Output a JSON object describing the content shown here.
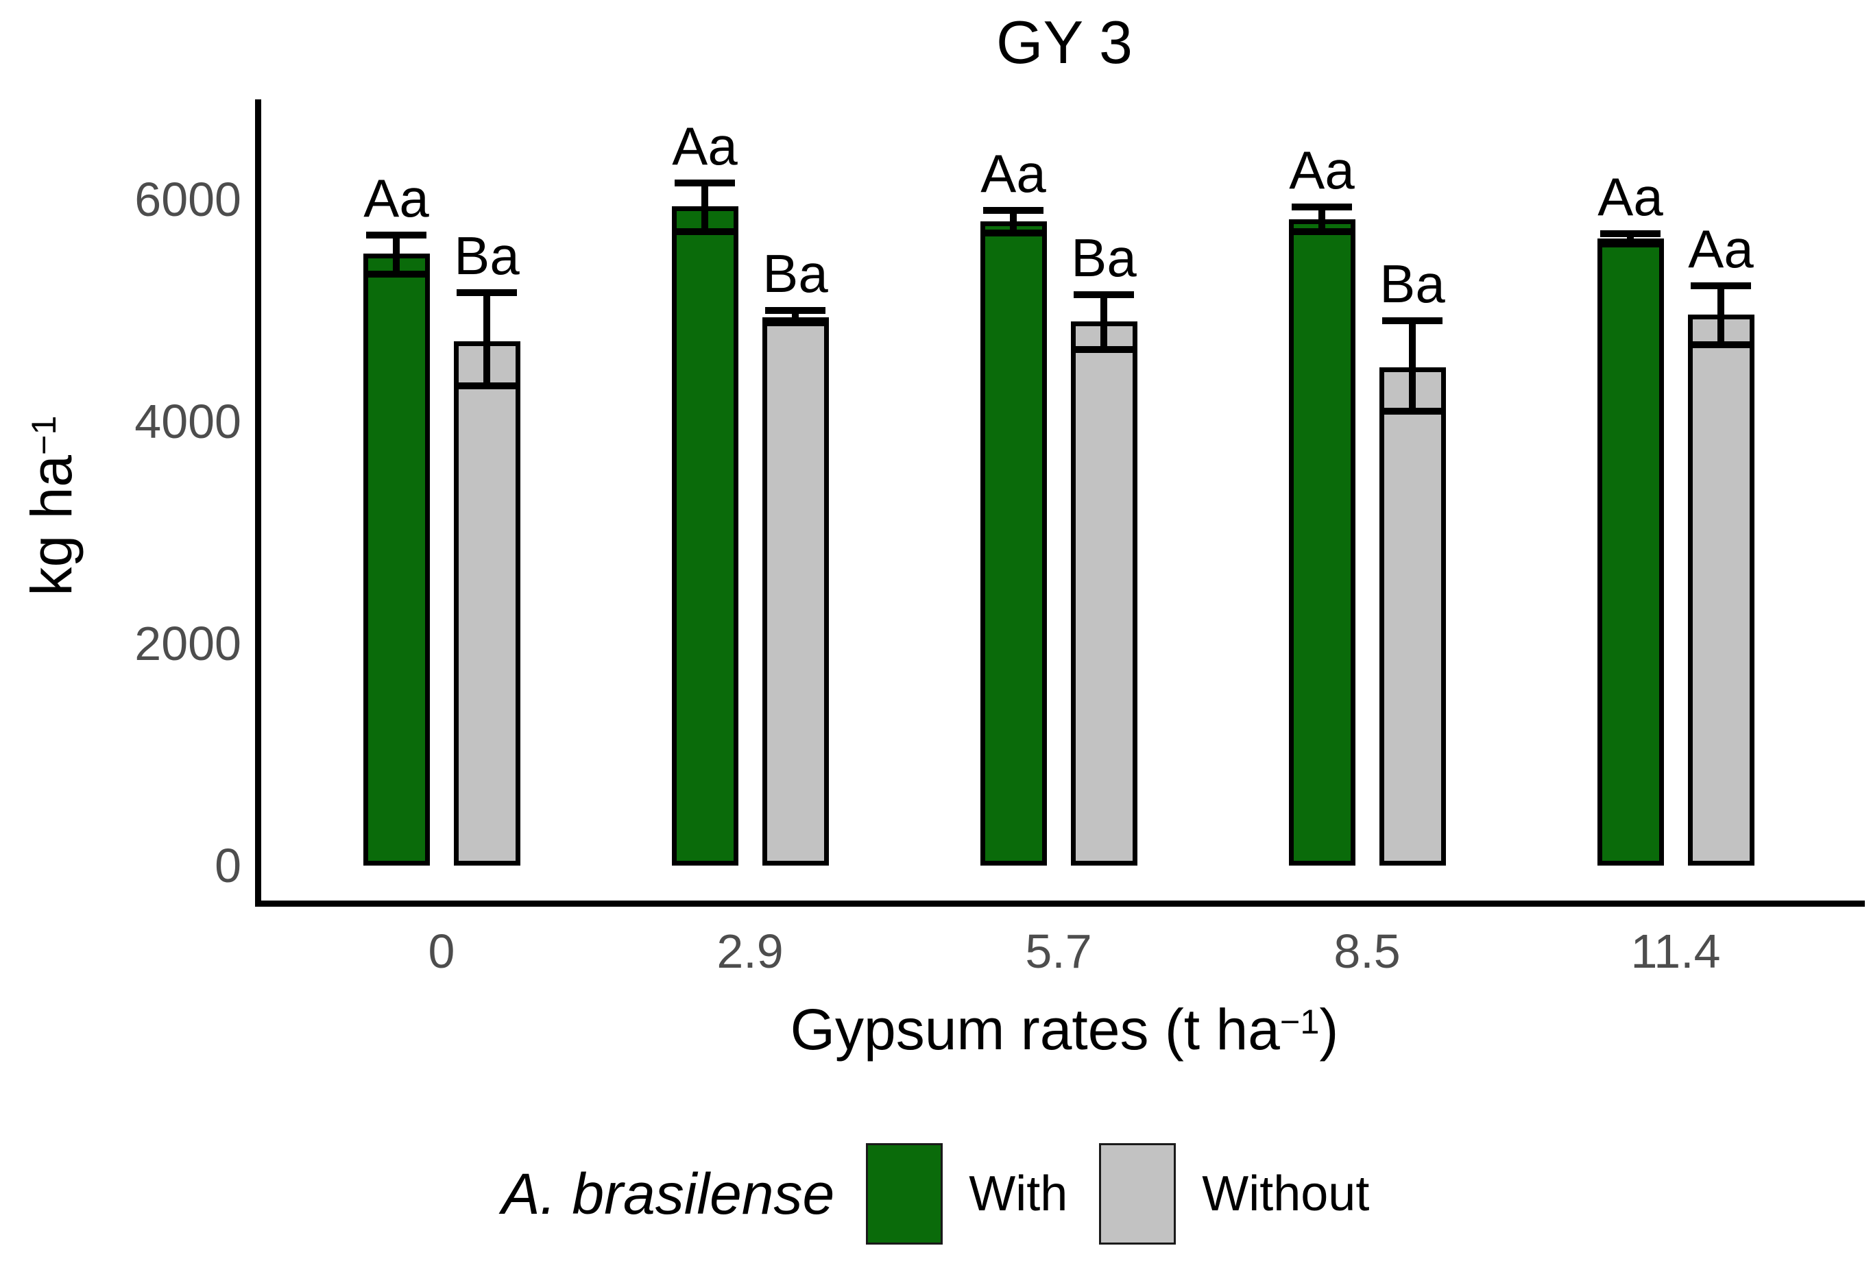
{
  "title": "GY 3",
  "y_axis": {
    "label_base": "kg ha",
    "label_sup": "−1",
    "tick_color": "#4d4d4d"
  },
  "x_axis": {
    "title_base": "Gypsum rates (t ha",
    "title_sup": "−1",
    "title_end": ")",
    "tick_color": "#4d4d4d"
  },
  "legend": {
    "title": "A. brasilense",
    "items": [
      {
        "label": "With",
        "color": "#0a6b0a"
      },
      {
        "label": "Without",
        "color": "#c2c2c2"
      }
    ]
  },
  "chart_data": {
    "type": "bar",
    "title": "GY 3",
    "xlabel": "Gypsum rates (t ha⁻¹)",
    "ylabel": "kg ha⁻¹",
    "categories": [
      "0",
      "2.9",
      "5.7",
      "8.5",
      "11.4"
    ],
    "yticks": [
      0,
      2000,
      4000,
      6000
    ],
    "ylim": [
      0,
      6900
    ],
    "grid": false,
    "legend_position": "bottom",
    "bar_edge_color": "#000000",
    "error_bar_color": "#000000",
    "series": [
      {
        "name": "With",
        "color": "#0a6b0a",
        "values": [
          5510,
          5940,
          5800,
          5820,
          5650
        ],
        "error_low": [
          5330,
          5710,
          5700,
          5710,
          5600
        ],
        "error_high": [
          5680,
          6150,
          5900,
          5930,
          5690
        ],
        "sig_labels": [
          "Aa",
          "Aa",
          "Aa",
          "Aa",
          "Aa"
        ]
      },
      {
        "name": "Without",
        "color": "#c2c2c2",
        "values": [
          4720,
          4940,
          4900,
          4490,
          4960
        ],
        "error_low": [
          4320,
          4890,
          4650,
          4090,
          4690
        ],
        "error_high": [
          5160,
          5000,
          5140,
          4910,
          5220
        ],
        "sig_labels": [
          "Ba",
          "Ba",
          "Ba",
          "Ba",
          "Aa"
        ]
      }
    ]
  }
}
